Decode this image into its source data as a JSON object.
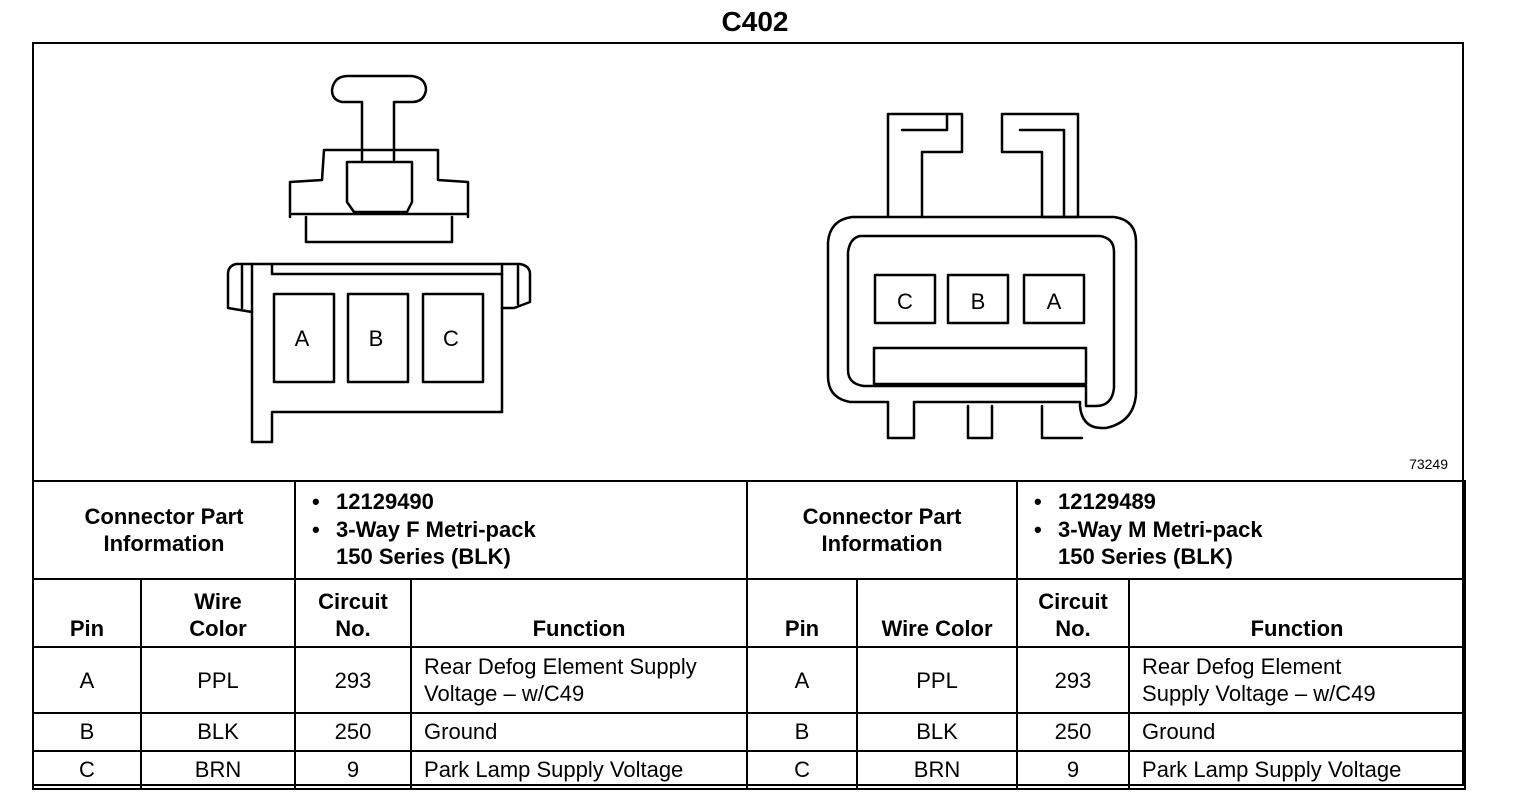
{
  "title": "C402",
  "figure_id": "73249",
  "connectors": [
    {
      "pins_diagram": [
        "A",
        "B",
        "C"
      ],
      "info_label": "Connector Part Information",
      "part_number": "12129490",
      "description_line1": "3-Way F Metri-pack",
      "description_line2": "150 Series (BLK)"
    },
    {
      "pins_diagram": [
        "C",
        "B",
        "A"
      ],
      "info_label": "Connector Part Information",
      "part_number": "12129489",
      "description_line1": "3-Way M Metri-pack",
      "description_line2": "150 Series (BLK)"
    }
  ],
  "headers_left": {
    "pin": "Pin",
    "wire_color_1": "Wire",
    "wire_color_2": "Color",
    "circuit_1": "Circuit",
    "circuit_2": "No.",
    "function": "Function"
  },
  "headers_right": {
    "pin": "Pin",
    "wire_color": "Wire Color",
    "circuit_1": "Circuit",
    "circuit_2": "No.",
    "function": "Function"
  },
  "rows_left": [
    {
      "pin": "A",
      "wire": "PPL",
      "circuit": "293",
      "function_1": "Rear Defog Element Supply",
      "function_2": "Voltage – w/C49"
    },
    {
      "pin": "B",
      "wire": "BLK",
      "circuit": "250",
      "function": "Ground"
    },
    {
      "pin": "C",
      "wire": "BRN",
      "circuit": "9",
      "function": "Park Lamp Supply Voltage"
    }
  ],
  "rows_right": [
    {
      "pin": "A",
      "wire": "PPL",
      "circuit": "293",
      "function_1": "Rear Defog Element",
      "function_2": "Supply Voltage – w/C49"
    },
    {
      "pin": "B",
      "wire": "BLK",
      "circuit": "250",
      "function": "Ground"
    },
    {
      "pin": "C",
      "wire": "BRN",
      "circuit": "9",
      "function": "Park Lamp Supply Voltage"
    }
  ]
}
